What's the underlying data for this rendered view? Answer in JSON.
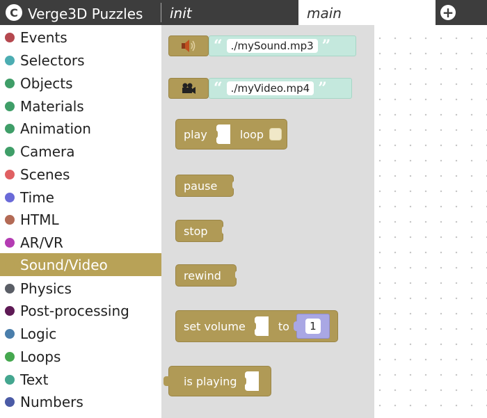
{
  "header": {
    "logo_glyph": "C",
    "app_title": "Verge3D Puzzles",
    "tabs": [
      {
        "label": "init",
        "active": false
      },
      {
        "label": "main",
        "active": true
      }
    ],
    "add_tab_glyph": "+"
  },
  "sidebar": {
    "selected": "Sound/Video",
    "categories": [
      {
        "label": "Events",
        "color": "#b5484f"
      },
      {
        "label": "Selectors",
        "color": "#4cadb2"
      },
      {
        "label": "Objects",
        "color": "#3f9e68"
      },
      {
        "label": "Materials",
        "color": "#3f9e68"
      },
      {
        "label": "Animation",
        "color": "#3f9e68"
      },
      {
        "label": "Camera",
        "color": "#3f9e68"
      },
      {
        "label": "Scenes",
        "color": "#e06062"
      },
      {
        "label": "Time",
        "color": "#6a6ad8"
      },
      {
        "label": "HTML",
        "color": "#b36a55"
      },
      {
        "label": "AR/VR",
        "color": "#b43cb3"
      },
      {
        "label": "Sound/Video",
        "color": "#b8a257"
      },
      {
        "label": "Physics",
        "color": "#5a5e66"
      },
      {
        "label": "Post-processing",
        "color": "#5e1a55"
      },
      {
        "label": "Logic",
        "color": "#4a7eab"
      },
      {
        "label": "Loops",
        "color": "#45a84f"
      },
      {
        "label": "Text",
        "color": "#44a68f"
      },
      {
        "label": "Numbers",
        "color": "#4b5ba6"
      }
    ]
  },
  "flyout": {
    "sound_block": {
      "icon": "speaker-icon",
      "value": "./mySound.mp3"
    },
    "video_block": {
      "icon": "video-camera-icon",
      "value": "./myVideo.mp4"
    },
    "play_block": {
      "label": "play",
      "loop_label": "loop"
    },
    "pause_block": {
      "label": "pause"
    },
    "stop_block": {
      "label": "stop"
    },
    "rewind_block": {
      "label": "rewind"
    },
    "set_volume_block": {
      "label": "set volume",
      "to_label": "to",
      "value": "1"
    },
    "is_playing_block": {
      "label": "is playing"
    },
    "quote_open": "“",
    "quote_close": "”"
  },
  "colors": {
    "puzzle_block": "#b09a56",
    "text_block": "#c4e8dd",
    "number_block": "#a9a7e4",
    "topbar": "#3d3d3d",
    "flyout_bg": "#dddddd"
  }
}
